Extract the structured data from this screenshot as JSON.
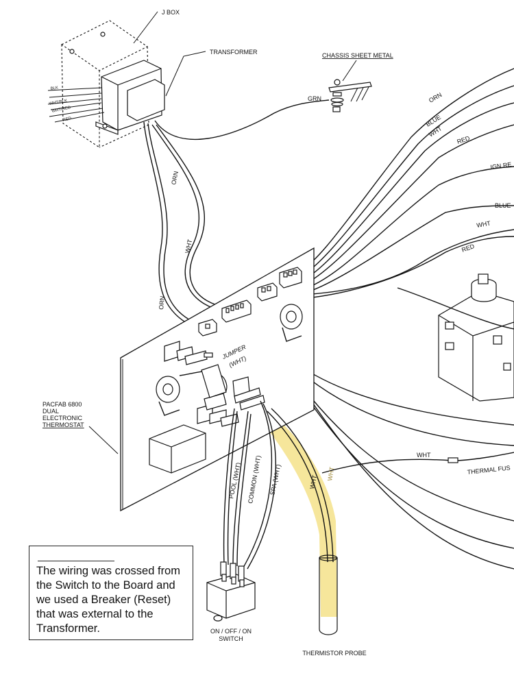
{
  "labels": {
    "j_box": "J BOX",
    "transformer": "TRANSFORMER",
    "chassis": "CHASSIS SHEET METAL",
    "grn": "GRN",
    "orn": "ORN",
    "blue": "BLUE",
    "wht": "WHT",
    "red": "RED",
    "ign_red": "IGN RE",
    "blue_right": "BLUE",
    "blk": "BLK",
    "wht_blk": "WHT/BLK",
    "wht_red": "WHT/RED",
    "jumper": "JUMPER",
    "jumper_wht": "(WHT)",
    "thermostat_line1": "PACFAB 6800",
    "thermostat_line2": "DUAL",
    "thermostat_line3": "ELECTRONIC",
    "thermostat_line4": "THERMOSTAT",
    "pool": "POOL (WHT)",
    "common": "COMMON (WHT)",
    "spa": "SPA (WHT)",
    "thermal_fuse": "THERMAL FUS",
    "switch_line1": "ON / OFF / ON",
    "switch_line2": "SWITCH",
    "probe": "THERMISTOR PROBE"
  },
  "note": {
    "text": "The wiring was crossed from the Switch to the Board and we used a Breaker (Reset) that was external to the Transformer."
  },
  "colors": {
    "line": "#111111",
    "highlight": "#f3dd7a",
    "background": "#ffffff"
  }
}
